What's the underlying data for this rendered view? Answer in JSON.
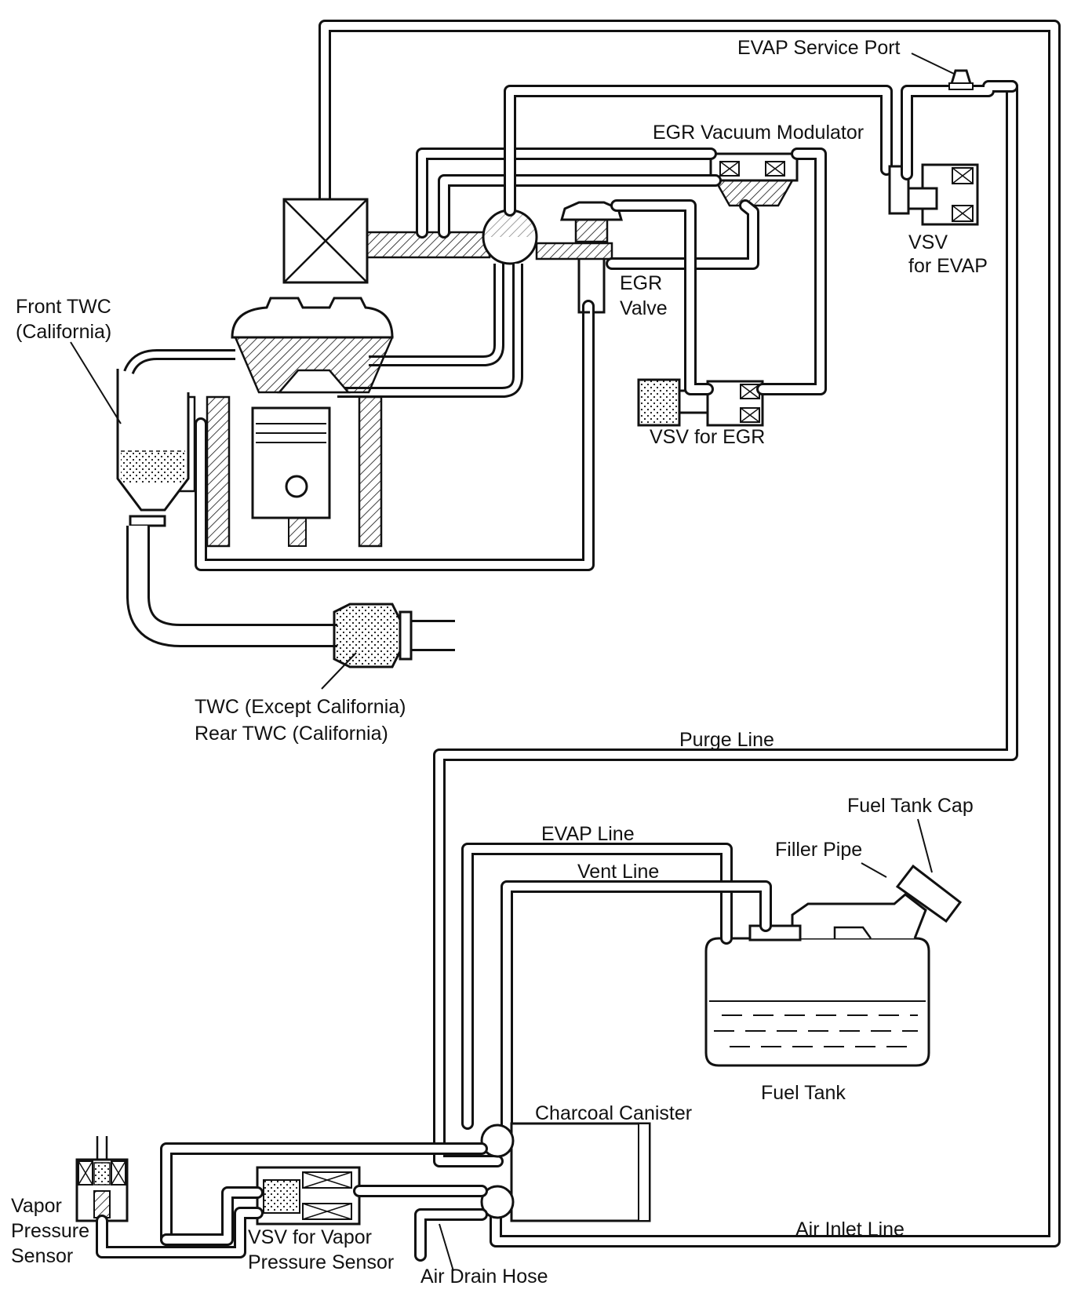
{
  "labels": {
    "evap_service_port": "EVAP Service Port",
    "egr_vacuum_modulator": "EGR Vacuum Modulator",
    "vsv_for_evap_1": "VSV",
    "vsv_for_evap_2": "for EVAP",
    "front_twc_1": "Front TWC",
    "front_twc_2": "(California)",
    "egr_valve_1": "EGR",
    "egr_valve_2": "Valve",
    "vsv_for_egr": "VSV for EGR",
    "twc_except_california": "TWC (Except California)",
    "rear_twc_california": "Rear TWC (California)",
    "purge_line": "Purge Line",
    "fuel_tank_cap": "Fuel Tank Cap",
    "evap_line": "EVAP Line",
    "filler_pipe": "Filler Pipe",
    "vent_line": "Vent Line",
    "fuel_tank": "Fuel Tank",
    "charcoal_canister": "Charcoal Canister",
    "vapor_pressure_sensor_1": "Vapor",
    "vapor_pressure_sensor_2": "Pressure",
    "vapor_pressure_sensor_3": "Sensor",
    "vsv_for_vapor_1": "VSV for Vapor",
    "vsv_for_vapor_2": "Pressure Sensor",
    "air_inlet_line": "Air Inlet Line",
    "air_drain_hose": "Air Drain Hose"
  }
}
